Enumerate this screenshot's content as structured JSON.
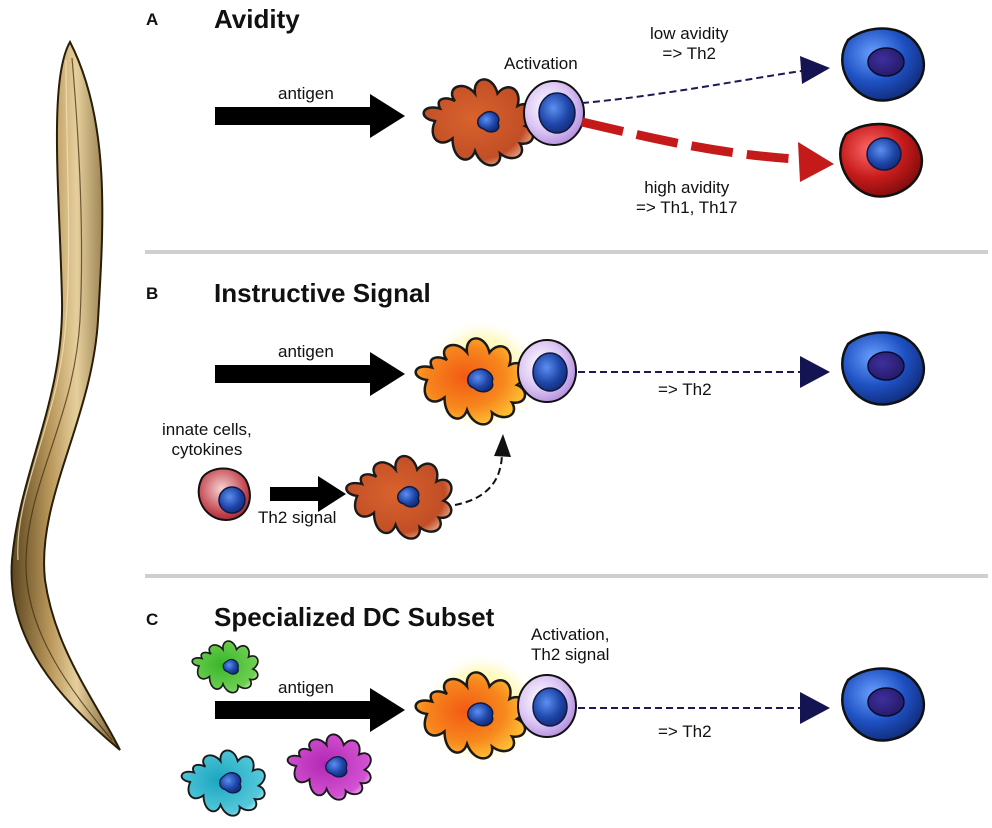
{
  "panels": [
    {
      "letter": "A",
      "title": "Avidity",
      "antigen": "antigen",
      "activation": "Activation",
      "low_line1": "low avidity",
      "low_line2": "=> Th2",
      "high_line1": "high avidity",
      "high_line2": "=> Th1, Th17"
    },
    {
      "letter": "B",
      "title": "Instructive Signal",
      "antigen": "antigen",
      "outcome": "=> Th2",
      "innate_line1": "innate cells,",
      "innate_line2": "cytokines",
      "signal": "Th2 signal"
    },
    {
      "letter": "C",
      "title": "Specialized DC Subset",
      "antigen": "antigen",
      "activation_line1": "Activation,",
      "activation_line2": "Th2 signal",
      "outcome": "=> Th2"
    }
  ],
  "colors": {
    "worm": "#a07e45",
    "dc_orange": "#e8631c",
    "dc_rust": "#c4552e",
    "th1_red": "#c41a1a",
    "th2_blue": "#1f4fb8",
    "nucleus": "#1b3a8e",
    "tcell_lilac": "#c7a6e8",
    "line_navy": "#1a1a55",
    "glow": "#fff27a",
    "dc_green": "#56c23c",
    "dc_cyan": "#35b8cc",
    "dc_magenta": "#c23ac2"
  }
}
